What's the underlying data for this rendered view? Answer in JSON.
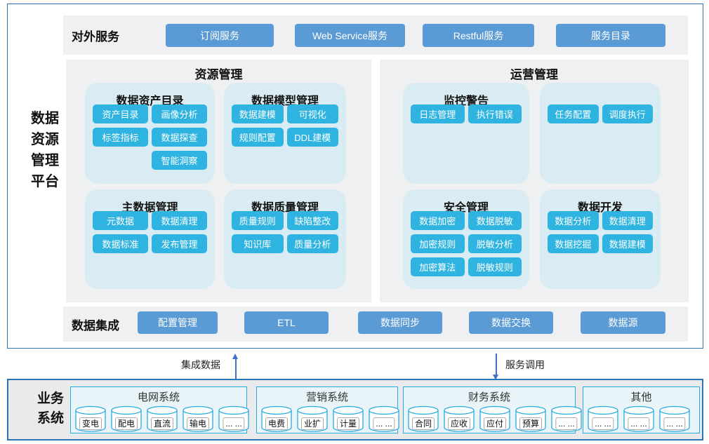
{
  "colors": {
    "steel_blue": "#5b9bd5",
    "cyan": "#2fb4e1",
    "panel_bg": "#eef0f1",
    "card_bg": "#d9ecf3",
    "outer_border": "#2e75b6",
    "cyan_border": "#29abe2",
    "arrow_blue": "#4472c4",
    "business_bg": "#e9eaeb",
    "system_bg": "#e9f4f9"
  },
  "platform": {
    "label": "数据资源管理平台",
    "label_lines": [
      "数据",
      "资源",
      "管理",
      "平台"
    ],
    "services": {
      "label": "对外服务",
      "buttons": [
        "订阅服务",
        "Web Service服务",
        "Restful服务",
        "服务目录"
      ]
    },
    "resource_panel": {
      "title": "资源管理",
      "subpanels": {
        "asset_catalog": {
          "title": "数据资产目录",
          "rows": [
            [
              "资产目录",
              "画像分析"
            ],
            [
              "标签指标",
              "数据探查"
            ],
            [
              null,
              "智能洞察"
            ]
          ]
        },
        "model_mgmt": {
          "title": "数据模型管理",
          "rows": [
            [
              "数据建模",
              "可视化"
            ],
            [
              "规则配置",
              "DDL建模"
            ]
          ]
        },
        "master_data": {
          "title": "主数据管理",
          "rows": [
            [
              "元数据",
              "数据清理"
            ],
            [
              "数据标准",
              "发布管理"
            ]
          ]
        },
        "quality_mgmt": {
          "title": "数据质量管理",
          "rows": [
            [
              "质量规则",
              "缺陷整改"
            ],
            [
              "知识库",
              "质量分析"
            ]
          ]
        }
      }
    },
    "ops_panel": {
      "title": "运营管理",
      "subpanels": {
        "monitoring": {
          "title": "监控警告",
          "rows": [
            [
              "日志管理",
              "执行错误"
            ]
          ]
        },
        "scheduling": {
          "title": "",
          "rows": [
            [
              "任务配置",
              "调度执行"
            ]
          ]
        },
        "security": {
          "title": "安全管理",
          "rows": [
            [
              "数据加密",
              "数据脱敏"
            ],
            [
              "加密规则",
              "脱敏分析"
            ],
            [
              "加密算法",
              "脱敏规则"
            ]
          ]
        },
        "development": {
          "title": "数据开发",
          "rows": [
            [
              "数据分析",
              "数据清理"
            ],
            [
              "数据挖掘",
              "数据建模"
            ]
          ]
        }
      }
    },
    "integration": {
      "label": "数据集成",
      "buttons": [
        "配置管理",
        "ETL",
        "数据同步",
        "数据交换",
        "数据源"
      ]
    }
  },
  "flows": {
    "integrate_label": "集成数据",
    "service_call_label": "服务调用"
  },
  "business": {
    "label": "业务系统",
    "label_lines": [
      "业务",
      "系统"
    ],
    "systems": [
      {
        "title": "电网系统",
        "databases": [
          "变电",
          "配电",
          "直流",
          "输电",
          "... ..."
        ]
      },
      {
        "title": "营销系统",
        "databases": [
          "电费",
          "业扩",
          "计量",
          "... ..."
        ]
      },
      {
        "title": "财务系统",
        "databases": [
          "合同",
          "应收",
          "应付",
          "预算",
          "... ..."
        ]
      },
      {
        "title": "其他",
        "databases": [
          "... ...",
          "... ...",
          "... ..."
        ]
      }
    ]
  }
}
